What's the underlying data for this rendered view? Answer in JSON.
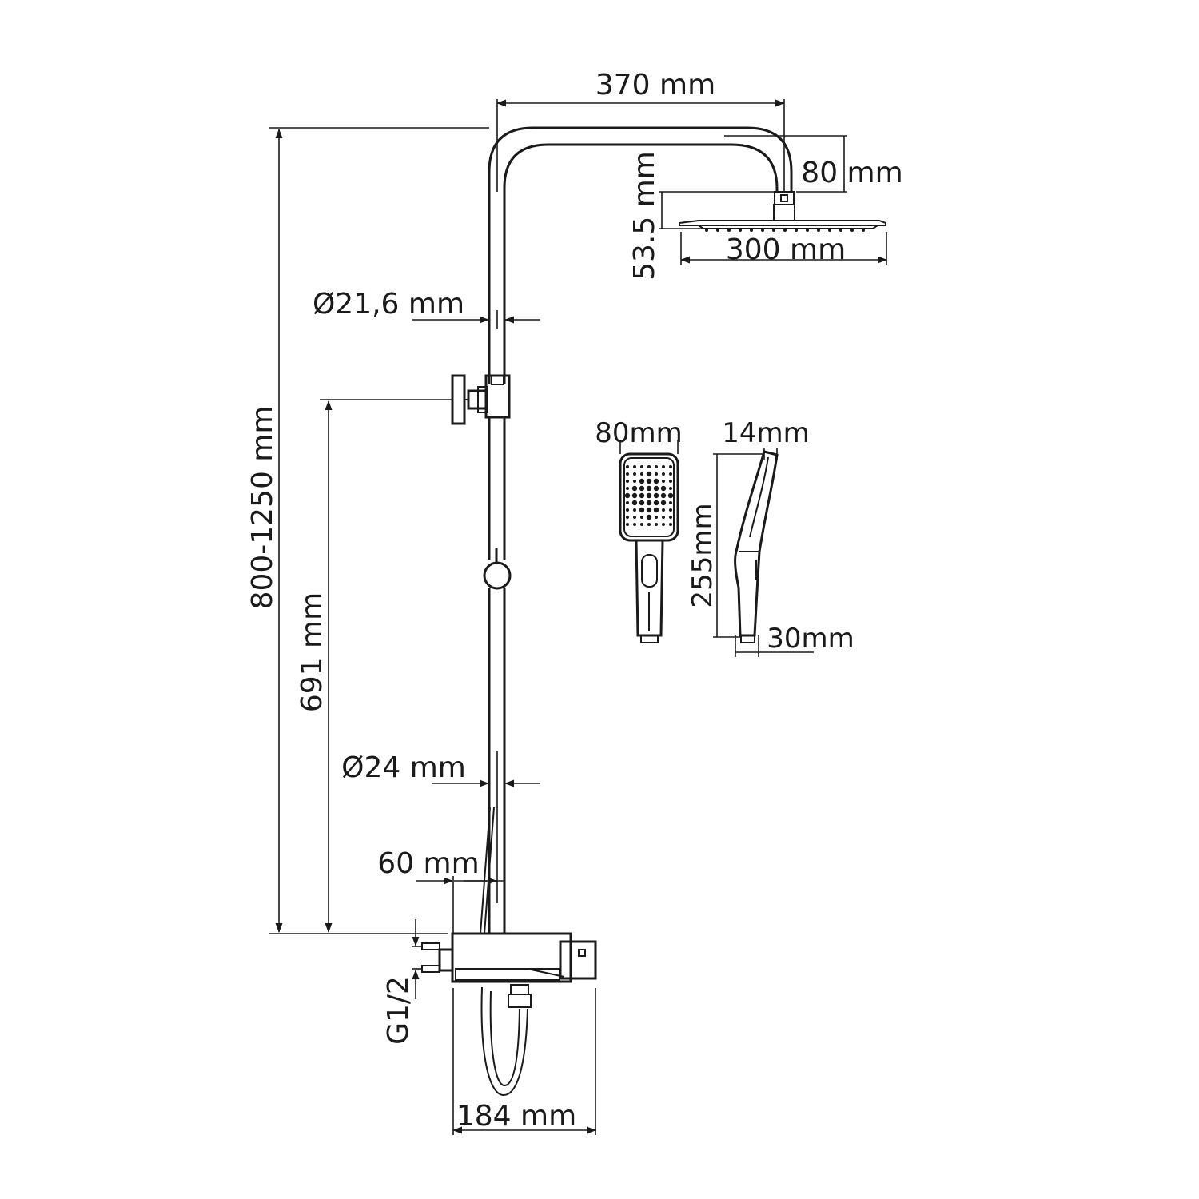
{
  "colors": {
    "line": "#1a1a1a",
    "background": "#ffffff"
  },
  "dimensions": {
    "arm_width": "370 mm",
    "arm_drop": "80 mm",
    "head_height": "53.5 mm",
    "head_width": "300 mm",
    "upper_pipe_diameter": "Ø21,6 mm",
    "total_height": "800-1250 mm",
    "holder_height": "691 mm",
    "lower_pipe_diameter": "Ø24 mm",
    "pipe_offset": "60 mm",
    "inlet_thread": "G1/2",
    "mixer_width": "184 mm",
    "hand_shower_width": "80mm",
    "hand_shower_thickness": "14mm",
    "hand_shower_length": "255mm",
    "hand_shower_handle": "30mm"
  }
}
